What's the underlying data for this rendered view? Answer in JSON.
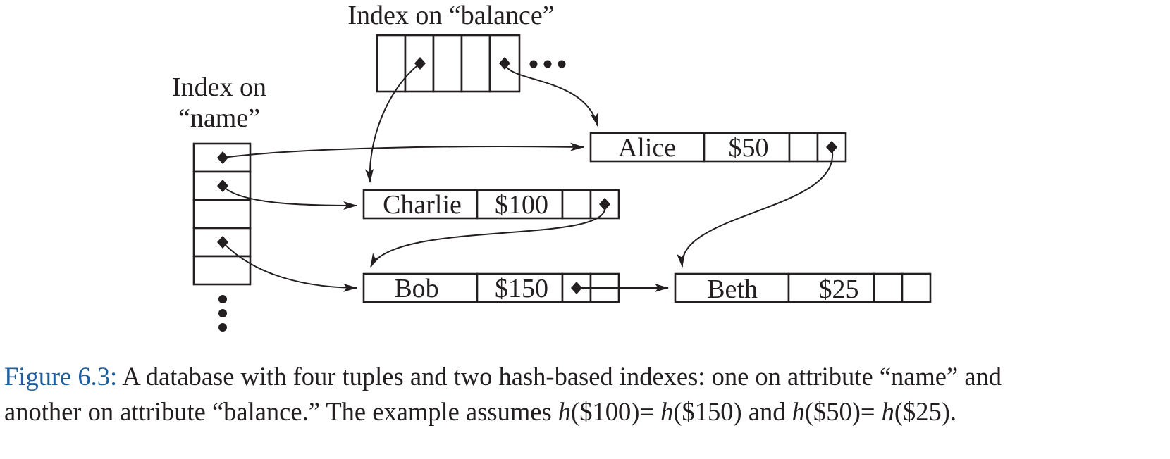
{
  "labels": {
    "balance_index": "Index on “balance”",
    "name_index_line1": "Index on",
    "name_index_line2": "“name”"
  },
  "tuples": [
    {
      "name": "Alice",
      "balance": "$50"
    },
    {
      "name": "Charlie",
      "balance": "$100"
    },
    {
      "name": "Bob",
      "balance": "$150"
    },
    {
      "name": "Beth",
      "balance": "$25"
    }
  ],
  "caption": {
    "figure_label": "Figure 6.3:",
    "line1": "A database with four tuples and two hash-based indexes: one on attribute “name” and",
    "line2_a": "another on attribute “balance.” The example assumes ",
    "h": "h",
    "arg_100": "($100)= ",
    "arg_150": "($150) and ",
    "arg_50": "($50)= ",
    "arg_25": "($25)."
  },
  "colors": {
    "ink": "#231f20",
    "figure_label": "#1f5f9e"
  }
}
